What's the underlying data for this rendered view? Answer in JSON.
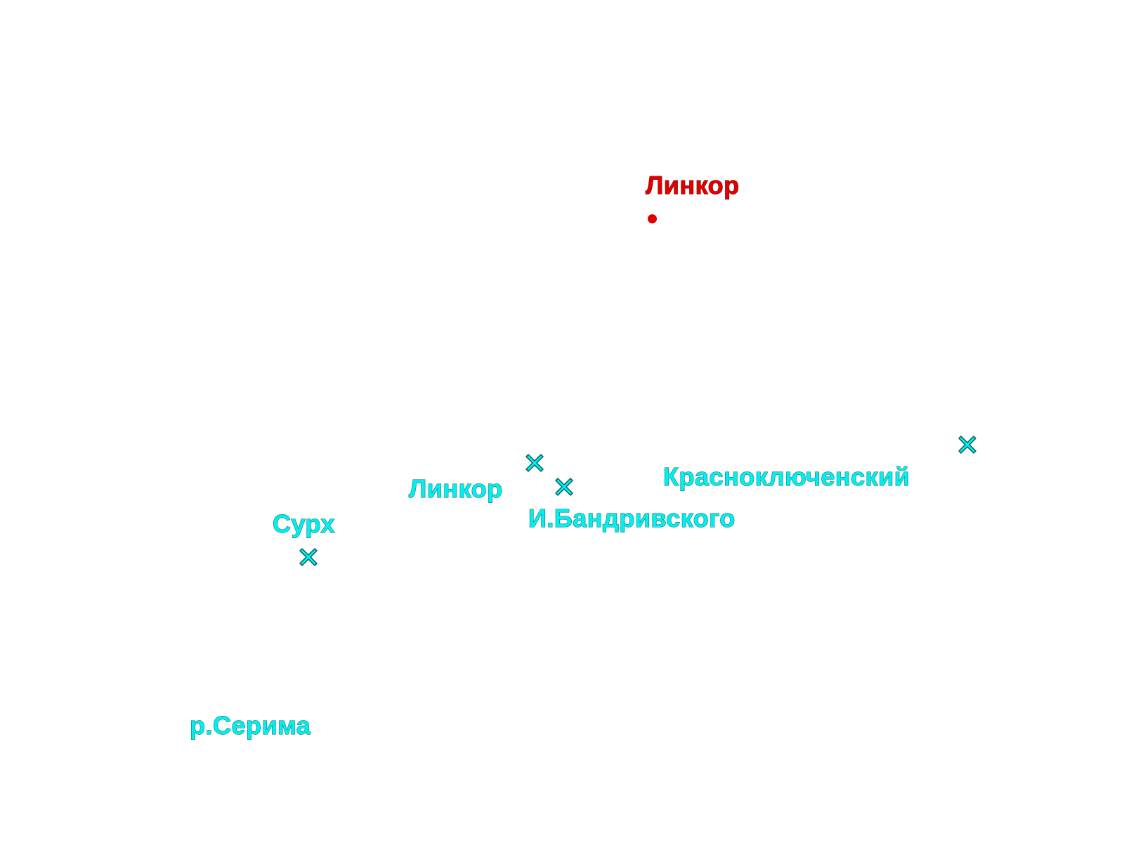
{
  "colors": {
    "cyan": "#00f0f0",
    "red": "#e00000",
    "background": "#ffffff"
  },
  "labels": {
    "linkor_red": "Линкор",
    "linkor_cyan": "Линкор",
    "krasnoklyuchensky": "Красноключенский",
    "bandrivskogo": "И.Бандривского",
    "surkh": "Сурх",
    "serima": "р.Серима"
  },
  "icons": {
    "cross_marker": "cross-icon",
    "dot_marker": "dot-icon"
  }
}
